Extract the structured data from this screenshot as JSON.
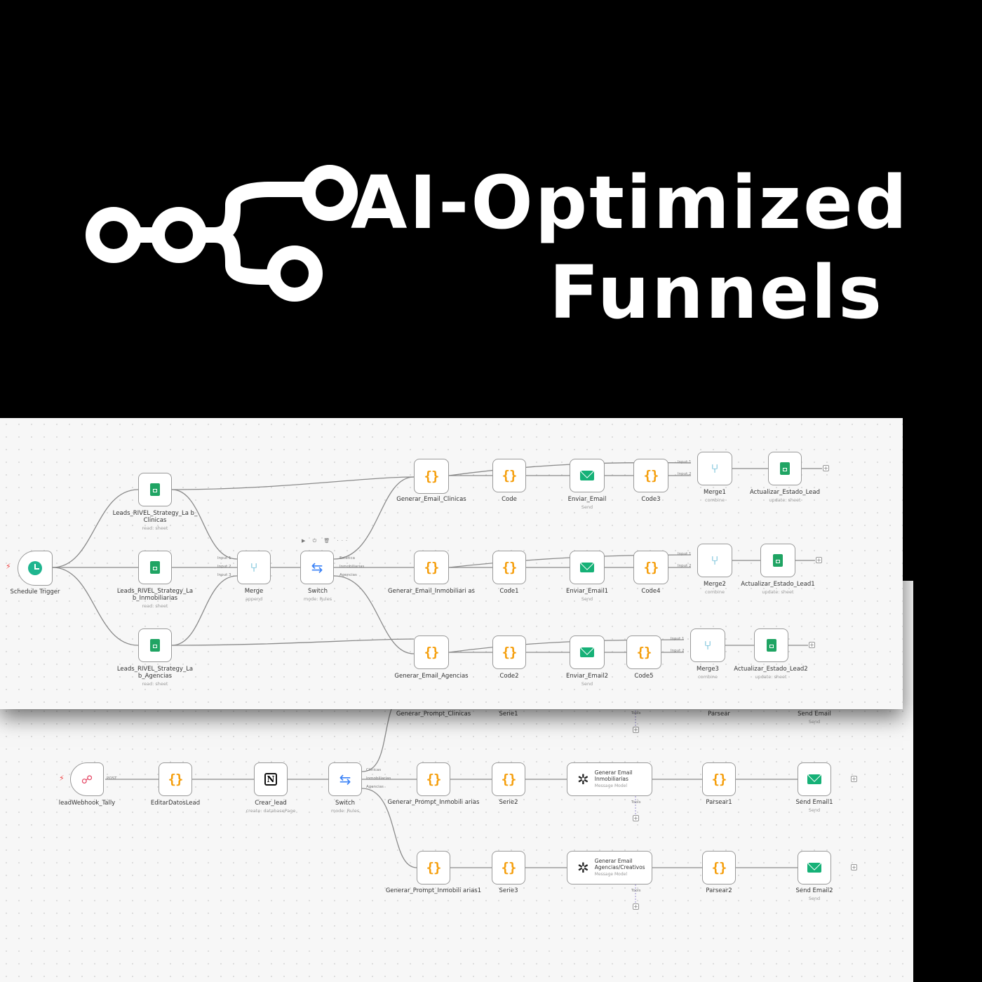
{
  "hero": {
    "title_line1": "AI-Optimized",
    "title_line2": "Funnels",
    "logo_icon": "workflow-nodes-logo"
  },
  "top_workflow": {
    "trigger": {
      "label": "Schedule Trigger"
    },
    "leads": [
      {
        "label": "Leads_RIVEL_Strategy_La b_ Clinicas",
        "sub": "read: sheet"
      },
      {
        "label": "Leads_RIVEL_Strategy_La b_Inmobiliarias",
        "sub": "read: sheet"
      },
      {
        "label": "Leads_RIVEL_Strategy_La b_Agencias",
        "sub": "read: sheet"
      }
    ],
    "merge": {
      "label": "Merge",
      "sub": "append",
      "inputs": [
        "Input 1",
        "Input 2",
        "Input 3"
      ]
    },
    "switch": {
      "label": "Switch",
      "sub": "mode: Rules",
      "outputs": [
        "Estetica",
        "Inmobiliarias",
        "Agencias"
      ],
      "toolbar": "▶ ⏻ 🗑 ···"
    },
    "rows": [
      {
        "gen": "Generar_Email_Clinicas",
        "code": "Code",
        "email": "Enviar_Email",
        "email_sub": "Send",
        "code2": "Code3",
        "merge": "Merge1",
        "merge_sub": "combine",
        "update": "Actualizar_Estado_Lead",
        "update_sub": "update: sheet",
        "inputs": [
          "Input 1",
          "Input 2"
        ]
      },
      {
        "gen": "Generar_Email_Inmobiliari as",
        "code": "Code1",
        "email": "Enviar_Email1",
        "email_sub": "Send",
        "code2": "Code4",
        "merge": "Merge2",
        "merge_sub": "combine",
        "update": "Actualizar_Estado_Lead1",
        "update_sub": "update: sheet",
        "inputs": [
          "Input 1",
          "Input 2"
        ]
      },
      {
        "gen": "Generar_Email_Agencias",
        "code": "Code2",
        "email": "Enviar_Email2",
        "email_sub": "Send",
        "code2": "Code5",
        "merge": "Merge3",
        "merge_sub": "combine",
        "update": "Actualizar_Estado_Lead2",
        "update_sub": "update: sheet",
        "inputs": [
          "Input 1",
          "Input 2"
        ]
      }
    ]
  },
  "bottom_workflow": {
    "partial_row": {
      "gen": "Generar_Prompt_Clinicas",
      "serie": "Serie1",
      "tools": "Tools",
      "parse": "Parsear",
      "send": "Send Email",
      "send_sub": "Send"
    },
    "webhook": {
      "label": "leadWebhook_Tally",
      "method": "POST"
    },
    "edit": {
      "label": "EditarDatosLead"
    },
    "notion": {
      "label": "Crear_lead",
      "sub": "create: databasePage"
    },
    "switch": {
      "label": "Switch",
      "sub": "mode: Rules",
      "outputs": [
        "Clinicas",
        "Inmobiliarias",
        "Agencias"
      ]
    },
    "rows": [
      {
        "gen": "Generar_Prompt_Inmobili arias",
        "serie": "Serie2",
        "model_title": "Generar Email Inmobiliarias",
        "model_sub": "Message Model",
        "tools": "Tools",
        "parse": "Parsear1",
        "send": "Send Email1",
        "send_sub": "Send"
      },
      {
        "gen": "Generar_Prompt_Inmobili arias1",
        "serie": "Serie3",
        "model_title": "Generar Email Agencias/Creativos",
        "model_sub": "Message Model",
        "tools": "Tools",
        "parse": "Parsear2",
        "send": "Send Email2",
        "send_sub": "Send"
      }
    ]
  }
}
